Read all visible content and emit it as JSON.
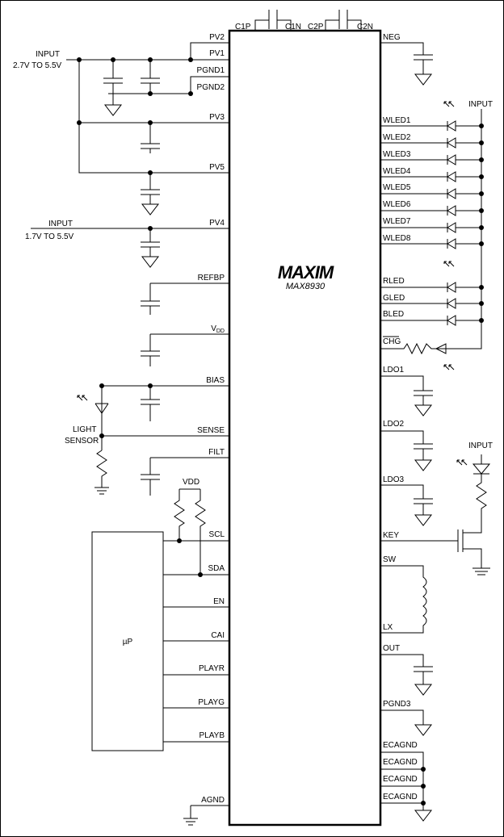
{
  "chip": {
    "logo": "MAXIM",
    "part_number": "MAX8930",
    "top_pins": [
      "C1P",
      "C1N",
      "C2P",
      "C2N"
    ],
    "left_pins": [
      "PV2",
      "PV1",
      "PGND1",
      "PGND2",
      "PV3",
      "PV5",
      "PV4",
      "REFBP",
      "VDD",
      "BIAS",
      "SENSE",
      "FILT",
      "SCL",
      "SDA",
      "EN",
      "CAI",
      "PLAYR",
      "PLAYG",
      "PLAYB",
      "AGND"
    ],
    "right_pins": [
      "NEG",
      "WLED1",
      "WLED2",
      "WLED3",
      "WLED4",
      "WLED5",
      "WLED6",
      "WLED7",
      "WLED8",
      "RLED",
      "GLED",
      "BLED",
      "CHG",
      "LDO1",
      "LDO2",
      "LDO3",
      "KEY",
      "SW",
      "LX",
      "OUT",
      "PGND3",
      "ECAGND",
      "ECAGND",
      "ECAGND",
      "ECAGND"
    ]
  },
  "labels": {
    "input_main": "INPUT",
    "input_main_range": "2.7V TO 5.5V",
    "input_pv4": "INPUT",
    "input_pv4_range": "1.7V TO 5.5V",
    "input_wled": "INPUT",
    "input_key": "INPUT",
    "light_sensor_1": "LIGHT",
    "light_sensor_2": "SENSOR",
    "vdd_pullup": "VDD",
    "microprocessor": "µP"
  }
}
